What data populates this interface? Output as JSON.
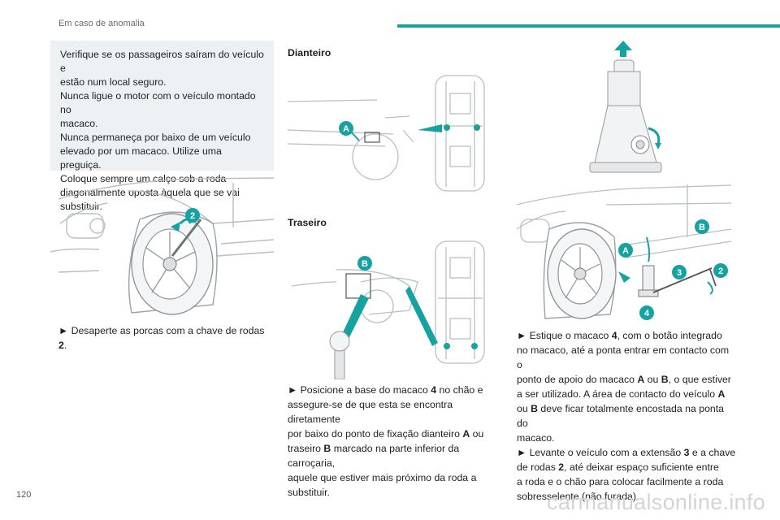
{
  "header": {
    "section": "Em caso de anomalia"
  },
  "warning": {
    "lines": [
      "Verifique se os passageiros saíram do veículo e",
      "estão num local seguro.",
      "Nunca ligue o motor com o veículo montado no",
      "macaco.",
      "Nunca permaneça por baixo de um veículo",
      "elevado por um macaco. Utilize uma preguiça.",
      "Coloque sempre um calço sob a roda",
      "diagonalmente oposta àquela que se vai",
      "substituir."
    ]
  },
  "left": {
    "badge": "2",
    "caption": {
      "arrow": "►",
      "text": " Desaperte as porcas com a chave de rodas ",
      "bold": "2",
      "end": "."
    }
  },
  "middle": {
    "front_title": "Dianteiro",
    "rear_title": "Traseiro",
    "badge_front": "A",
    "badge_rear": "B",
    "caption": {
      "arrow": "►",
      "l1a": " Posicione a base do macaco ",
      "l1b": "4",
      "l1c": " no chão e",
      "l2": "assegure-se de que esta se encontra diretamente",
      "l3a": "por baixo do ponto de fixação dianteiro ",
      "l3b": "A",
      "l3c": " ou",
      "l4a": "traseiro ",
      "l4b": "B",
      "l4c": " marcado na parte inferior da carroçaria,",
      "l5": "aquele que estiver mais próximo da roda a substituir."
    }
  },
  "right": {
    "badges": {
      "b": "B",
      "a": "A",
      "three": "3",
      "two": "2",
      "four": "4"
    },
    "caption": {
      "arrow": "►",
      "l1a": " Estique o macaco ",
      "l1b": "4",
      "l1c": ", com o botão integrado",
      "l2": "no macaco, até a ponta entrar em contacto com o",
      "l3a": "ponto de apoio do macaco ",
      "l3b": "A",
      "l3c": " ou ",
      "l3d": "B",
      "l3e": ", o que estiver",
      "l4a": "a ser utilizado. A área de contacto do veículo ",
      "l4b": "A",
      "l5a": "ou ",
      "l5b": "B",
      "l5c": " deve ficar totalmente encostada na ponta do",
      "l6": "macaco.",
      "l7a": " Levante o veículo com a extensão ",
      "l7b": "3",
      "l7c": " e a chave",
      "l8a": "de rodas ",
      "l8b": "2",
      "l8c": ", até deixar espaço suficiente entre",
      "l9": "a roda e o chão para colocar facilmente a roda",
      "l10": "sobresselente (não furada)."
    }
  },
  "footer": {
    "page": "120",
    "watermark": "carmanualsonline.info"
  },
  "colors": {
    "teal": "#16a2a0",
    "line": "#b9bfc3",
    "box": "#eef1f3"
  }
}
